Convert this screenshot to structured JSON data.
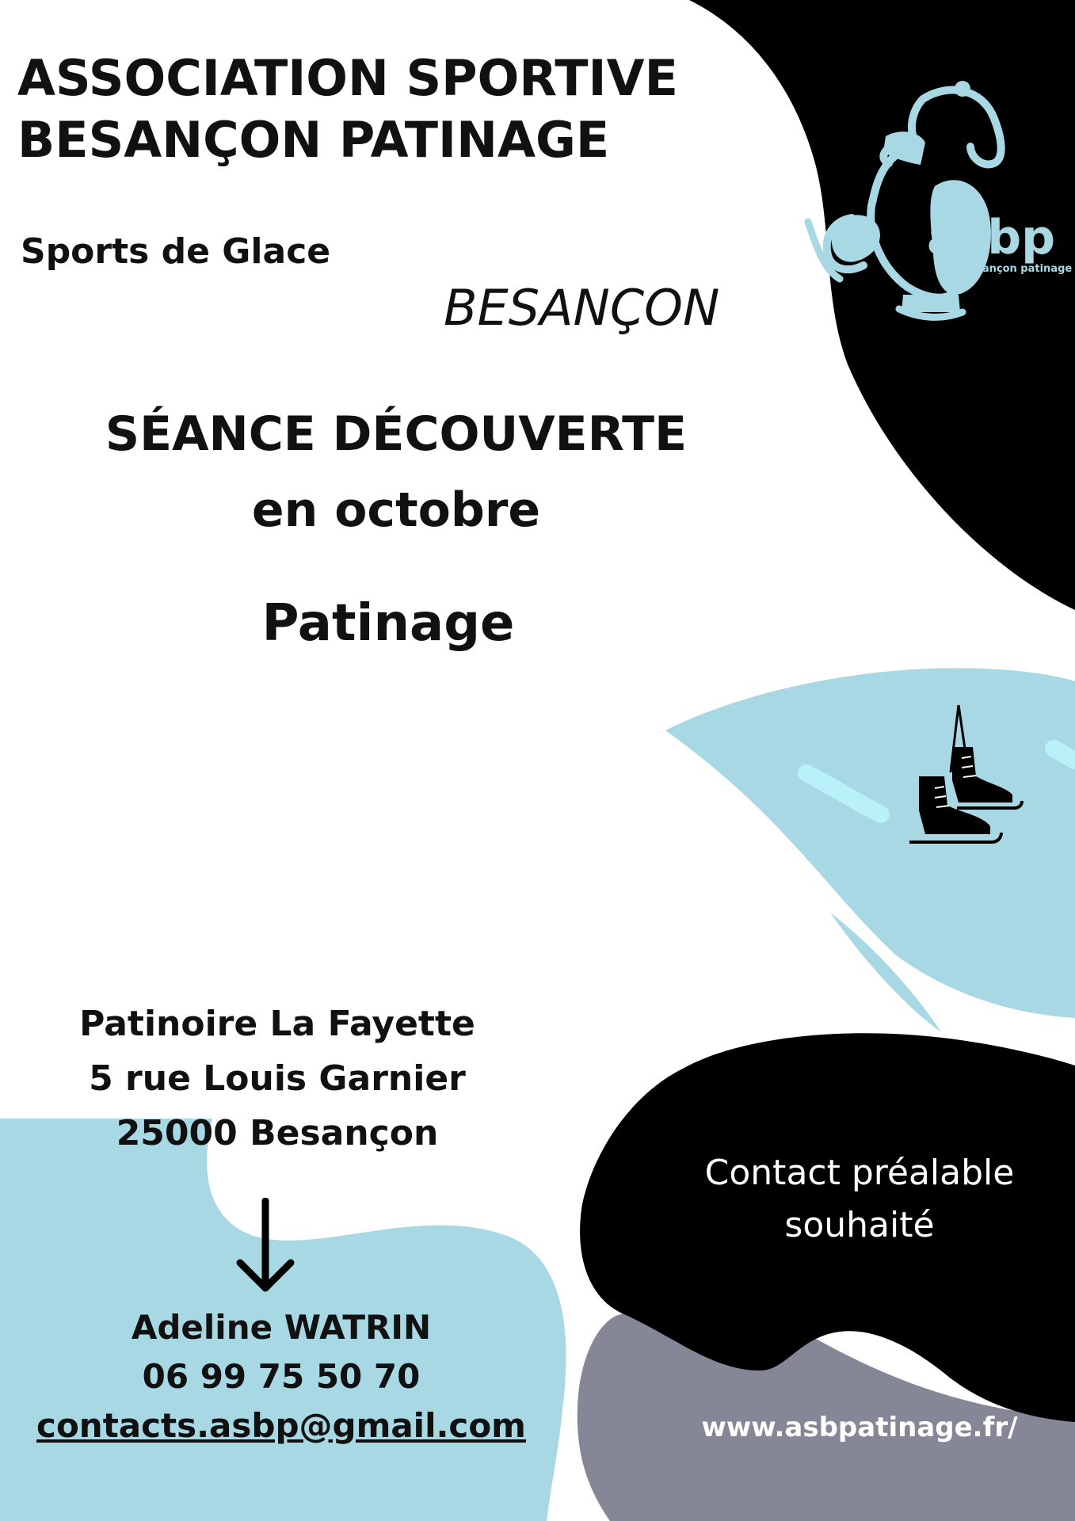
{
  "header": {
    "title_line1": "ASSOCIATION SPORTIVE",
    "title_line2": "BESANÇON PATINAGE",
    "subtitle": "Sports de Glace",
    "city": "BESANÇON"
  },
  "event": {
    "line1": "SÉANCE DÉCOUVERTE",
    "line2": "en octobre",
    "discipline": "Patinage"
  },
  "address": {
    "venue": "Patinoire La Fayette",
    "street": "5 rue Louis Garnier",
    "postal_city": "25000 Besançon"
  },
  "contact": {
    "name": "Adeline WATRIN",
    "phone": "06 99 75 50 70",
    "email": "contacts.asbp@gmail.com",
    "note_line1": "Contact préalable",
    "note_line2": "souhaité",
    "website": "www.asbpatinage.fr/"
  },
  "logo": {
    "text_main": "asbp",
    "text_sub": "besançon patinage"
  },
  "colors": {
    "light_blue": "#a8d8e4",
    "black": "#000000",
    "grey": "#858797",
    "white": "#ffffff"
  },
  "icons": [
    "bear-skater-logo",
    "ice-skates-icon",
    "arrow-down-icon"
  ]
}
